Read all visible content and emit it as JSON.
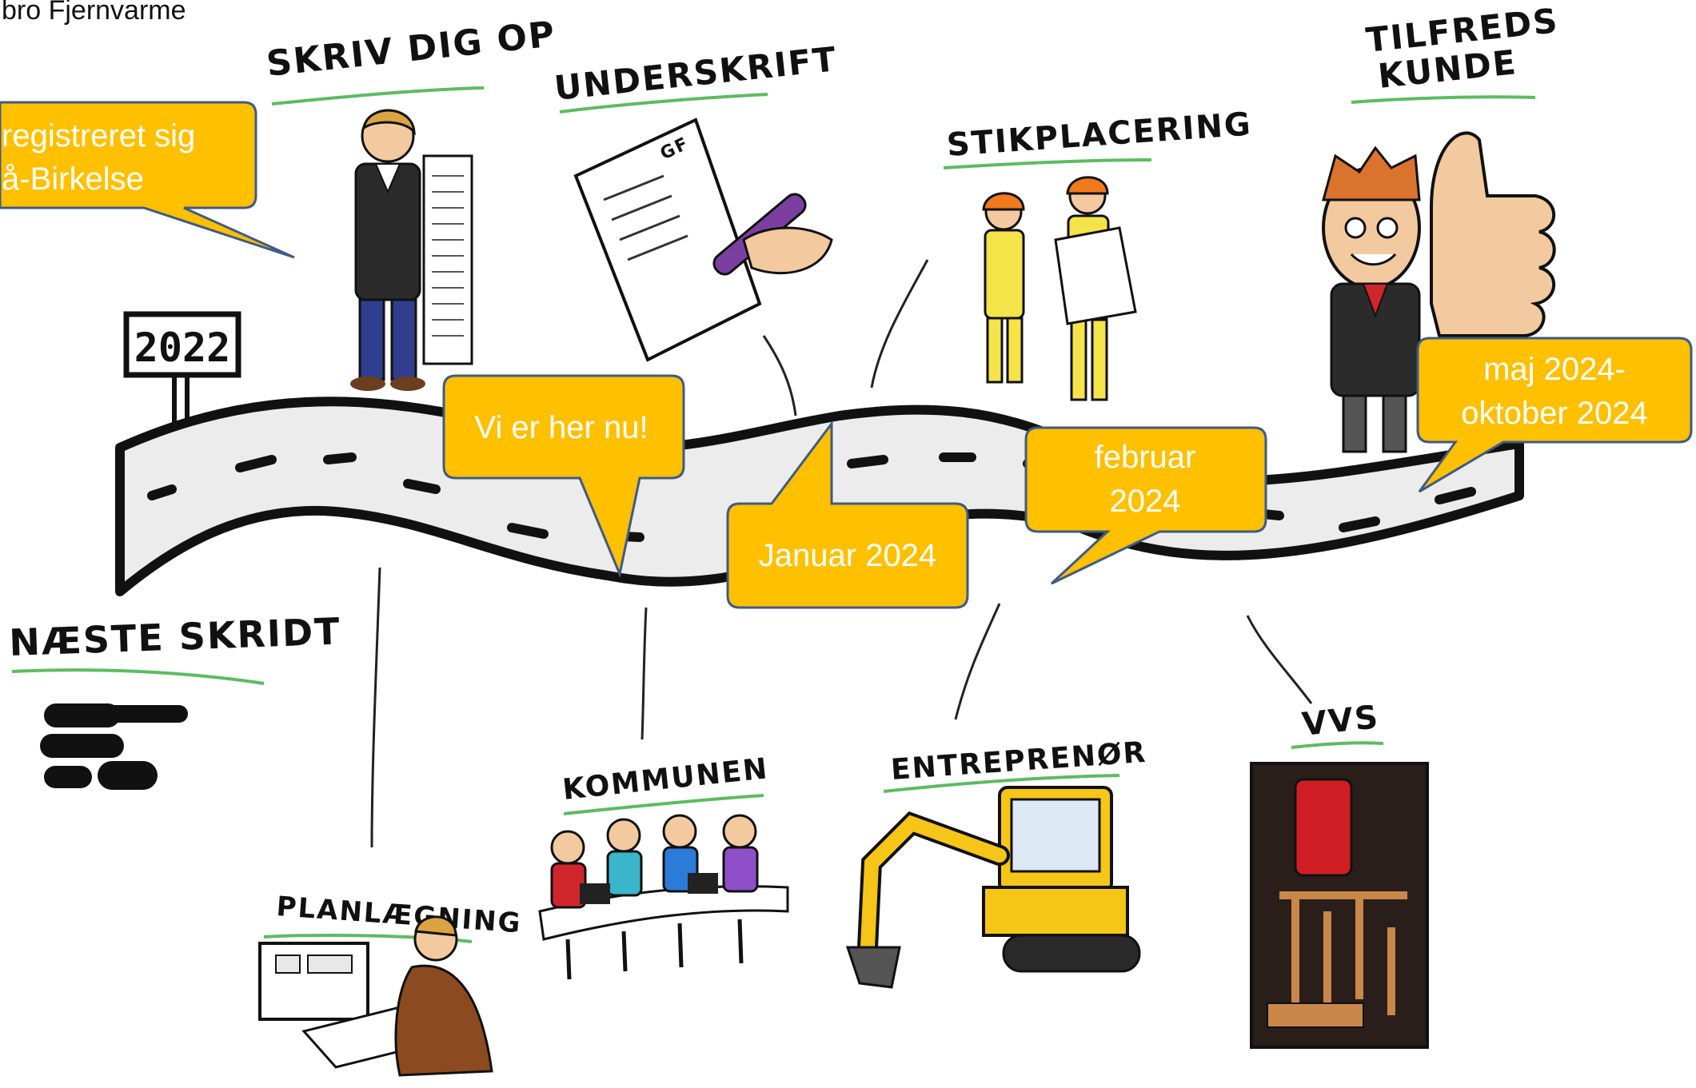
{
  "header": {
    "org_text": "bro Fjernvarme"
  },
  "year_sign": "2022",
  "steps": {
    "skriv_dig_op": "SKRIV DIG OP",
    "underskrift": "UNDERSKRIFT",
    "stikplacering": "STIKPLACERING",
    "tilfreds_line1": "TILFREDS",
    "tilfreds_line2": "KUNDE",
    "naeste_skridt": "NÆSTE SKRIDT",
    "planlaegning": "PLANLÆGNING",
    "kommunen": "KOMMUNEN",
    "entreprenor": "ENTREPRENØR",
    "vvs": "VVS",
    "doc_mark": "GF"
  },
  "callouts": {
    "registered_line1": "registreret sig",
    "registered_line2": "å-Birkelse",
    "here_now": "Vi er her nu!",
    "januar": "Januar 2024",
    "februar_line1": "februar",
    "februar_line2": "2024",
    "maj_line1": "maj 2024-",
    "maj_line2": "oktober 2024"
  },
  "colors": {
    "callout_fill": "#FFC000",
    "callout_border": "#3F5A85",
    "callout_text": "#FFFFFF",
    "road_fill": "#ECECEC",
    "underline_green": "#5DBB63"
  }
}
